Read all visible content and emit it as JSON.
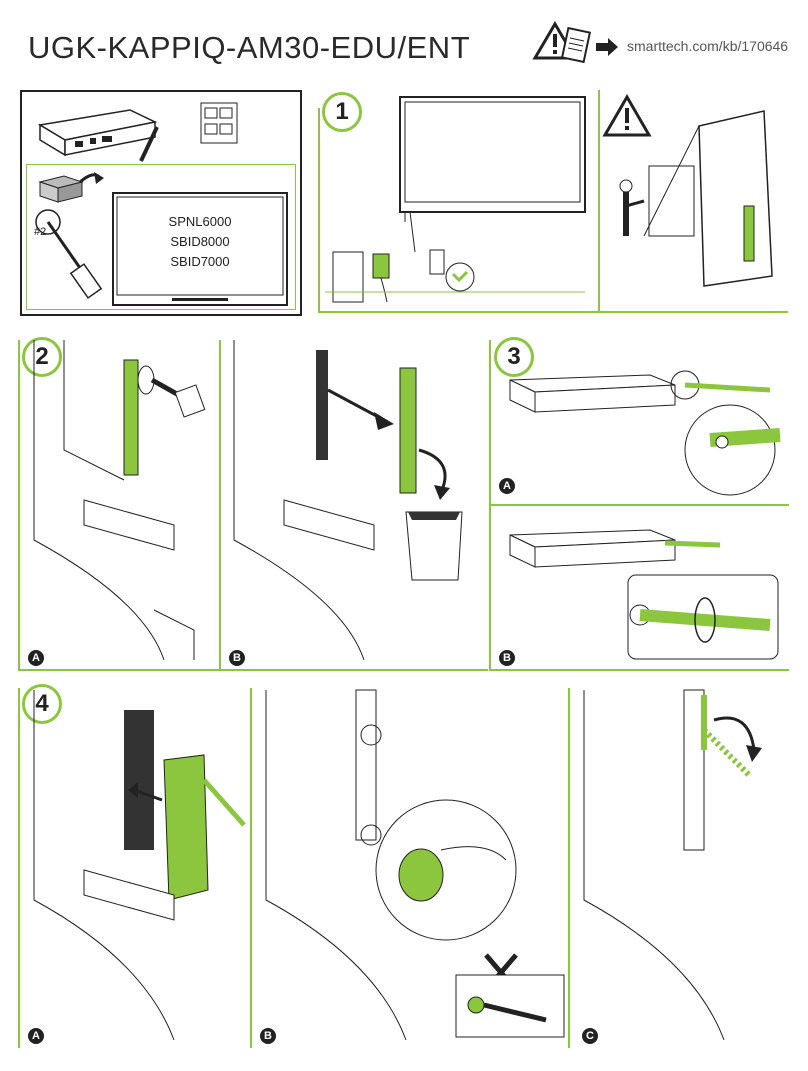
{
  "header": {
    "title": "UGK-KAPPIQ-AM30-EDU/ENT",
    "url": "smarttech.com/kb/170646"
  },
  "kit_panel": {
    "models": [
      "SPNL6000",
      "SBID8000",
      "SBID7000"
    ],
    "screw_label": "#2"
  },
  "steps": {
    "step1": "1",
    "step2": "2",
    "step3": "3",
    "step4": "4"
  },
  "substeps": {
    "s2a": "A",
    "s2b": "B",
    "s3a": "A",
    "s3b": "B",
    "s4a": "A",
    "s4b": "B",
    "s4c": "C"
  },
  "colors": {
    "accent": "#8cc63f",
    "ink": "#222222"
  }
}
